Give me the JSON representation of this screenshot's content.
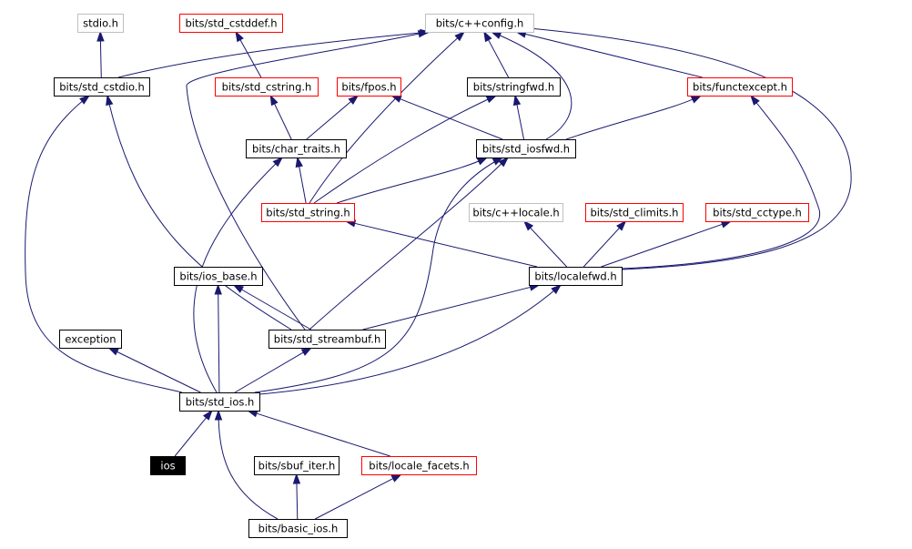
{
  "colors": {
    "edge": "#191970",
    "border_default": "#000000",
    "border_truncated": "#ff0000",
    "border_external": "#bfbfbf",
    "root_fill": "#000000",
    "root_text": "#ffffff",
    "text": "#000000"
  },
  "nodes": [
    {
      "id": "stdio",
      "label": "stdio.h",
      "style": "external"
    },
    {
      "id": "std_cstddef",
      "label": "bits/std_cstddef.h",
      "style": "truncated"
    },
    {
      "id": "cppconfig",
      "label": "bits/c++config.h",
      "style": "external"
    },
    {
      "id": "std_cstdio",
      "label": "bits/std_cstdio.h",
      "style": "default"
    },
    {
      "id": "std_cstring",
      "label": "bits/std_cstring.h",
      "style": "truncated"
    },
    {
      "id": "fpos",
      "label": "bits/fpos.h",
      "style": "truncated"
    },
    {
      "id": "stringfwd",
      "label": "bits/stringfwd.h",
      "style": "default"
    },
    {
      "id": "functexcept",
      "label": "bits/functexcept.h",
      "style": "truncated"
    },
    {
      "id": "char_traits",
      "label": "bits/char_traits.h",
      "style": "default"
    },
    {
      "id": "std_iosfwd",
      "label": "bits/std_iosfwd.h",
      "style": "default"
    },
    {
      "id": "std_string",
      "label": "bits/std_string.h",
      "style": "truncated"
    },
    {
      "id": "cpplocale",
      "label": "bits/c++locale.h",
      "style": "external"
    },
    {
      "id": "std_climits",
      "label": "bits/std_climits.h",
      "style": "truncated"
    },
    {
      "id": "std_cctype",
      "label": "bits/std_cctype.h",
      "style": "truncated"
    },
    {
      "id": "ios_base",
      "label": "bits/ios_base.h",
      "style": "default"
    },
    {
      "id": "localefwd",
      "label": "bits/localefwd.h",
      "style": "default"
    },
    {
      "id": "exception",
      "label": "exception",
      "style": "default"
    },
    {
      "id": "std_streambuf",
      "label": "bits/std_streambuf.h",
      "style": "default"
    },
    {
      "id": "std_ios",
      "label": "bits/std_ios.h",
      "style": "default"
    },
    {
      "id": "ios",
      "label": "ios",
      "style": "root"
    },
    {
      "id": "sbuf_iter",
      "label": "bits/sbuf_iter.h",
      "style": "default"
    },
    {
      "id": "locale_facets",
      "label": "bits/locale_facets.h",
      "style": "truncated"
    },
    {
      "id": "basic_ios",
      "label": "bits/basic_ios.h",
      "style": "default"
    }
  ],
  "edges": [
    {
      "from": "std_cstdio",
      "to": "stdio"
    },
    {
      "from": "std_cstdio",
      "to": "cppconfig"
    },
    {
      "from": "std_cstring",
      "to": "std_cstddef"
    },
    {
      "from": "stringfwd",
      "to": "cppconfig"
    },
    {
      "from": "functexcept",
      "to": "cppconfig"
    },
    {
      "from": "char_traits",
      "to": "std_cstring"
    },
    {
      "from": "char_traits",
      "to": "fpos"
    },
    {
      "from": "std_iosfwd",
      "to": "fpos"
    },
    {
      "from": "std_iosfwd",
      "to": "stringfwd"
    },
    {
      "from": "std_iosfwd",
      "to": "cppconfig"
    },
    {
      "from": "std_iosfwd",
      "to": "functexcept"
    },
    {
      "from": "std_string",
      "to": "char_traits"
    },
    {
      "from": "std_string",
      "to": "stringfwd"
    },
    {
      "from": "std_string",
      "to": "cppconfig"
    },
    {
      "from": "std_string",
      "to": "std_iosfwd"
    },
    {
      "from": "localefwd",
      "to": "std_string"
    },
    {
      "from": "localefwd",
      "to": "cpplocale"
    },
    {
      "from": "localefwd",
      "to": "std_climits"
    },
    {
      "from": "localefwd",
      "to": "std_cctype"
    },
    {
      "from": "localefwd",
      "to": "functexcept"
    },
    {
      "from": "localefwd",
      "to": "cppconfig"
    },
    {
      "from": "std_streambuf",
      "to": "ios_base"
    },
    {
      "from": "std_streambuf",
      "to": "localefwd"
    },
    {
      "from": "std_streambuf",
      "to": "std_cstdio"
    },
    {
      "from": "std_streambuf",
      "to": "cppconfig"
    },
    {
      "from": "std_streambuf",
      "to": "std_iosfwd"
    },
    {
      "from": "std_ios",
      "to": "exception"
    },
    {
      "from": "std_ios",
      "to": "ios_base"
    },
    {
      "from": "std_ios",
      "to": "std_streambuf"
    },
    {
      "from": "std_ios",
      "to": "localefwd"
    },
    {
      "from": "std_ios",
      "to": "std_cstdio"
    },
    {
      "from": "std_ios",
      "to": "char_traits"
    },
    {
      "from": "std_ios",
      "to": "std_iosfwd"
    },
    {
      "from": "ios",
      "to": "std_ios"
    },
    {
      "from": "basic_ios",
      "to": "sbuf_iter"
    },
    {
      "from": "basic_ios",
      "to": "locale_facets"
    },
    {
      "from": "basic_ios",
      "to": "std_ios"
    },
    {
      "from": "locale_facets",
      "to": "std_ios"
    }
  ]
}
